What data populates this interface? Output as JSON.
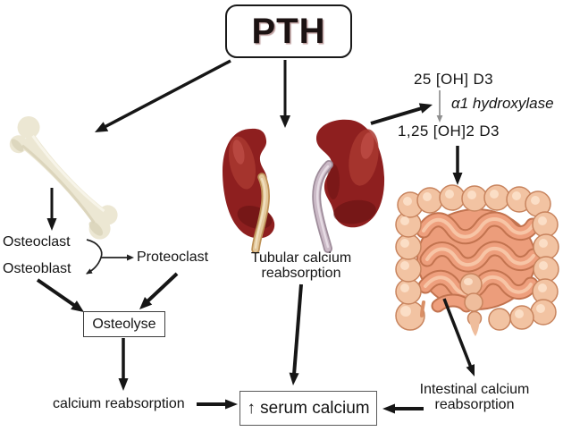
{
  "diagram": {
    "hormone_box": {
      "label": "PTH"
    },
    "bone_pathway": {
      "organ": "bone",
      "labels": {
        "osteoclast": "Osteoclast",
        "osteoblast": "Osteoblast",
        "proteoclast": "Proteoclast",
        "osteolyse_box": "Osteolyse",
        "calcium_reabsorption": "calcium reabsorption"
      }
    },
    "kidney_pathway": {
      "organ": "kidneys",
      "labels": {
        "tubular_reabsorption": "Tubular calcium reabsorption"
      }
    },
    "vitamin_d_pathway": {
      "organ": "intestine",
      "labels": {
        "precursor": "25 [OH] D3",
        "enzyme": "α1 hydroxylase",
        "active_form": "1,25 [OH]2 D3",
        "intestinal_reabsorption": "Intestinal calcium reabsorption"
      }
    },
    "outcome_box": {
      "label": "↑ serum calcium"
    },
    "colors": {
      "arrow_black": "#161616",
      "enzyme_arrow_gray": "#8f8f8f",
      "kidney_red": "#8E1F1F",
      "bone_ivory": "#ECE7D3",
      "colon_peach": "#F2C3A2",
      "small_intestine_salmon": "#EC9D7B",
      "ureter_tan": "#E3C79B",
      "ureter_gray": "#CBBAC7"
    }
  }
}
